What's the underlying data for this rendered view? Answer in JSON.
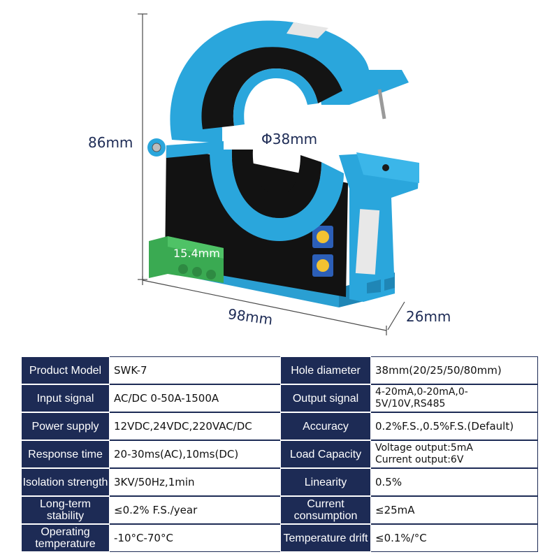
{
  "dimensions": {
    "height": "86mm",
    "hole": "Φ38mm",
    "terminal": "15.4mm",
    "length": "98mm",
    "depth": "26mm"
  },
  "colors": {
    "housing": "#2aa6dc",
    "core": "#141414",
    "terminal": "#3aaa52",
    "header_bg": "#1d2b55",
    "dimension_text": "#1d2b55"
  },
  "specs": [
    {
      "label": "Product Model",
      "value": "SWK-7",
      "label2": "Hole diameter",
      "value2": "38mm(20/25/50/80mm)"
    },
    {
      "label": "Input signal",
      "value": "AC/DC 0-50A-1500A",
      "label2": "Output signal",
      "value2": "4-20mA,0-20mA,0-5V/10V,RS485"
    },
    {
      "label": "Power supply",
      "value": "12VDC,24VDC,220VAC/DC",
      "label2": "Accuracy",
      "value2": "0.2%F.S.,0.5%F.S.(Default)"
    },
    {
      "label": "Response time",
      "value": "20-30ms(AC),10ms(DC)",
      "label2": "Load Capacity",
      "value2a": "Voltage output:5mA",
      "value2b": "Current output:6V"
    },
    {
      "label": "Isolation strength",
      "value": "3KV/50Hz,1min",
      "label2": "Linearity",
      "value2": "0.5%"
    },
    {
      "label": "Long-term stability",
      "value": "≤0.2% F.S./year",
      "label2": "Current consumption",
      "value2": "≤25mA"
    },
    {
      "label": "Operating temperature",
      "value": "-10°C-70°C",
      "label2": "Temperature drift",
      "value2": "≤0.1%/°C"
    }
  ]
}
